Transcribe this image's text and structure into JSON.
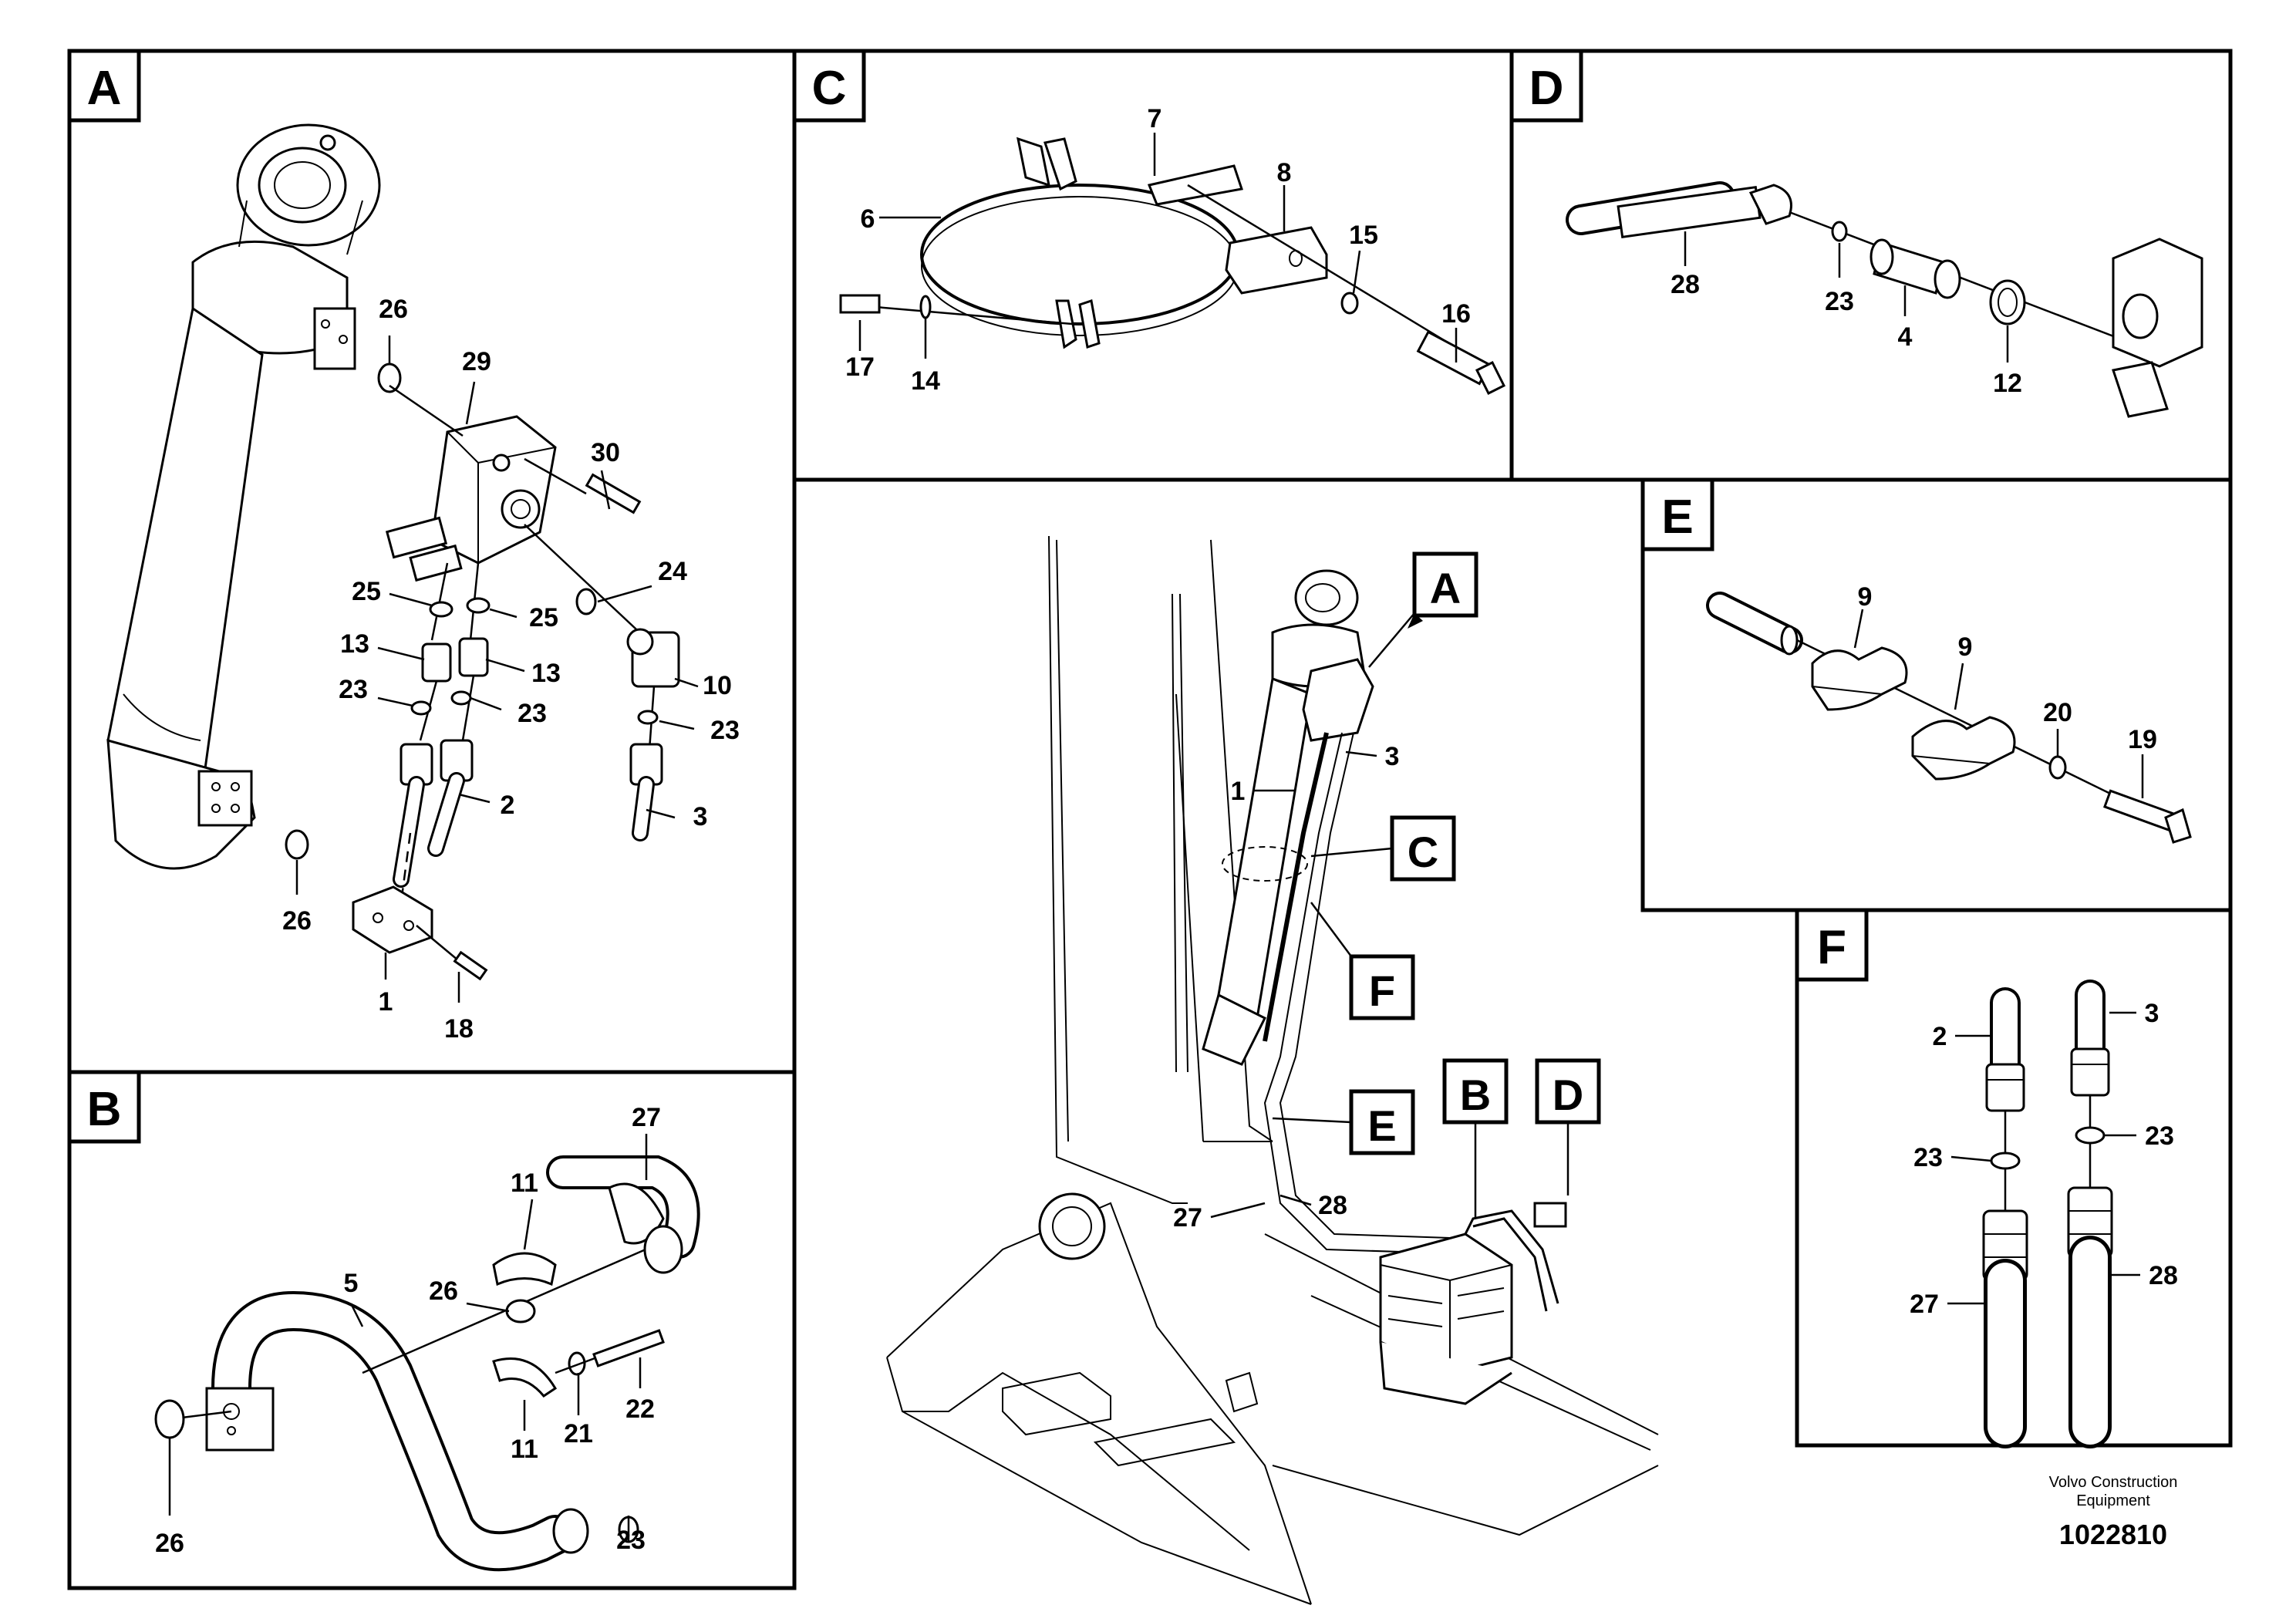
{
  "panels": {
    "A": {
      "tag": "A",
      "labels": [
        "26",
        "29",
        "30",
        "24",
        "25",
        "25",
        "13",
        "13",
        "23",
        "23",
        "10",
        "23",
        "2",
        "3",
        "26",
        "1",
        "18"
      ]
    },
    "B": {
      "tag": "B",
      "labels": [
        "27",
        "11",
        "26",
        "5",
        "21",
        "22",
        "11",
        "26",
        "23"
      ]
    },
    "C": {
      "tag": "C",
      "labels": [
        "7",
        "8",
        "6",
        "15",
        "16",
        "17",
        "14"
      ]
    },
    "D": {
      "tag": "D",
      "labels": [
        "28",
        "23",
        "4",
        "12"
      ]
    },
    "E": {
      "tag": "E",
      "labels": [
        "9",
        "9",
        "20",
        "19"
      ]
    },
    "F": {
      "tag": "F",
      "labels": [
        "2",
        "3",
        "23",
        "23",
        "27",
        "28"
      ]
    },
    "overview": {
      "callouts": [
        "A",
        "C",
        "F",
        "E",
        "B",
        "D"
      ],
      "labels": [
        "3",
        "1",
        "27",
        "28"
      ]
    }
  },
  "footer": {
    "company_line1": "Volvo Construction",
    "company_line2": "Equipment",
    "document_number": "1022810"
  }
}
